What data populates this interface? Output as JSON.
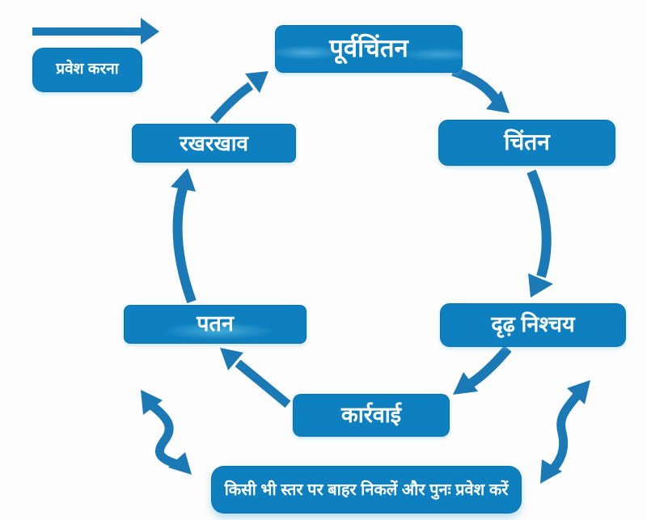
{
  "diagram": {
    "entry_label": "प्रवेश करना",
    "stages": {
      "precontemplation": "पूर्वचिंतन",
      "contemplation": "चिंतन",
      "determination": "दृढ़ निश्चय",
      "action": "कार्रवाई",
      "relapse": "पतन",
      "maintenance": "रखरखाव"
    },
    "exit_note": "किसी भी स्तर पर बाहर निकलें और पुनः प्रवेश करें",
    "connections": [
      {
        "from": "entry",
        "to": "precontemplation"
      },
      {
        "from": "precontemplation",
        "to": "contemplation"
      },
      {
        "from": "contemplation",
        "to": "determination"
      },
      {
        "from": "determination",
        "to": "action"
      },
      {
        "from": "action",
        "to": "relapse"
      },
      {
        "from": "relapse",
        "to": "maintenance"
      },
      {
        "from": "maintenance",
        "to": "precontemplation"
      },
      {
        "from": "cycle-left",
        "to": "exit_note",
        "bidirectional": true
      },
      {
        "from": "cycle-right",
        "to": "exit_note",
        "bidirectional": true
      }
    ],
    "colors": {
      "box_fill": "#0e80bf",
      "arrow": "#1b7ab6",
      "text": "#ffffff",
      "background": "#fdfdfd"
    }
  }
}
